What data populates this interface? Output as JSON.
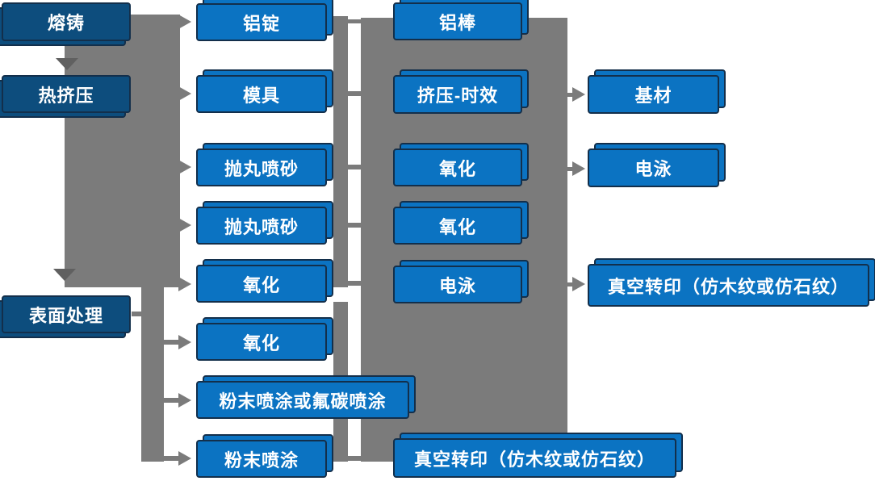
{
  "colors": {
    "process_blue": "#0b73c2",
    "stage_dark_blue": "#0d4d7d",
    "box_border_navy": "#132f4b",
    "connector_gray": "#7b7b7b",
    "arrow_dark_gray": "#606060",
    "label_text": "#ffffff"
  },
  "nodes": {
    "rongzhu": "熔铸",
    "rejiya": "热挤压",
    "biaomianchuli": "表面处理",
    "lvding": "铝锭",
    "muju": "模具",
    "paowan1": "抛丸喷砂",
    "paowan2": "抛丸喷砂",
    "yanghua1": "氧化",
    "yanghua2": "氧化",
    "fenmo_fu": "粉末喷涂或氟碳喷涂",
    "fenmo": "粉末喷涂",
    "lvbang": "铝棒",
    "jiya": "挤压-时效",
    "yanghua3": "氧化",
    "yanghua4": "氧化",
    "dianyong1": "电泳",
    "zhenkong_bottom": "真空转印（仿木纹或仿石纹）",
    "jicai": "基材",
    "dianyong2": "电泳",
    "zhenkong_right": "真空转印（仿木纹或仿石纹）"
  }
}
